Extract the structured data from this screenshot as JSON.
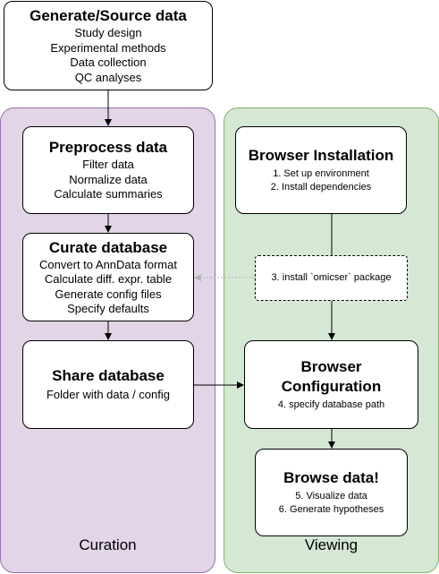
{
  "panels": {
    "curation": {
      "label": "Curation",
      "fill": "#e1d5e7",
      "stroke": "#9673a6"
    },
    "viewing": {
      "label": "Viewing",
      "fill": "#d5e8d4",
      "stroke": "#82b366"
    }
  },
  "boxes": {
    "generate": {
      "title": "Generate/Source data",
      "lines": [
        "Study design",
        "Experimental methods",
        "Data collection",
        "QC analyses"
      ]
    },
    "preprocess": {
      "title": "Preprocess data",
      "lines": [
        "Filter data",
        "Normalize data",
        "Calculate summaries"
      ]
    },
    "curate": {
      "title": "Curate database",
      "lines": [
        "Convert to AnnData format",
        "Calculate diff. expr. table",
        "Generate config files",
        "Specify defaults"
      ]
    },
    "share": {
      "title": "Share database",
      "lines": [
        "Folder with data / config"
      ]
    },
    "install": {
      "title": "Browser Installation",
      "lines": [
        "1. Set up environment",
        "2. Install dependencies"
      ]
    },
    "omicser": {
      "lines": [
        "3. install `omicser` package"
      ]
    },
    "config": {
      "title_line1": "Browser",
      "title_line2": "Configuration",
      "lines": [
        "4. specify database path"
      ]
    },
    "browse": {
      "title": "Browse data!",
      "lines": [
        "5. Visualize data",
        "6. Generate hypotheses"
      ]
    }
  },
  "colors": {
    "arrow": "#000000",
    "dotted_arrow": "#b3b3b3"
  }
}
